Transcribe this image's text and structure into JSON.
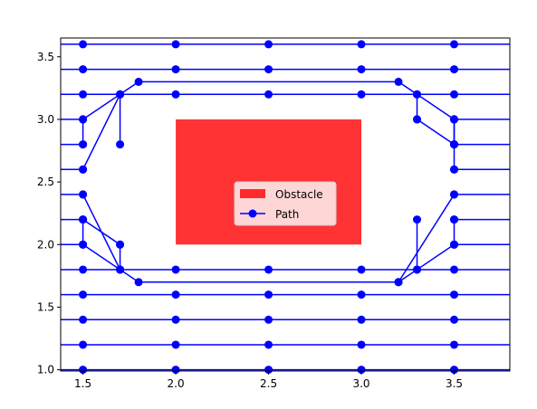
{
  "chart_data": {
    "type": "line",
    "xlim": [
      1.38,
      3.8
    ],
    "ylim": [
      0.99,
      3.65
    ],
    "x_ticks": [
      1.5,
      2.0,
      2.5,
      3.0,
      3.5
    ],
    "x_tick_labels": [
      "1.5",
      "2.0",
      "2.5",
      "3.0",
      "3.5"
    ],
    "y_ticks": [
      1.0,
      1.5,
      2.0,
      2.5,
      3.0,
      3.5
    ],
    "y_tick_labels": [
      "1.0",
      "1.5",
      "2.0",
      "2.5",
      "3.0",
      "3.5"
    ],
    "grid": false,
    "legend_position": "center",
    "colors": {
      "path": "#0000ff",
      "obstacle": "#ff0000"
    },
    "obstacle": {
      "name": "Obstacle",
      "x": [
        2.0,
        3.0
      ],
      "y": [
        2.0,
        3.0
      ],
      "opacity": 0.8
    },
    "path_legend_label": "Path",
    "horizontal_lines": [
      {
        "y": 1.0,
        "points_x": [
          1.5,
          2.0,
          2.5,
          3.0,
          3.5
        ]
      },
      {
        "y": 1.2,
        "points_x": [
          1.5,
          2.0,
          2.5,
          3.0,
          3.5
        ]
      },
      {
        "y": 1.4,
        "points_x": [
          1.5,
          2.0,
          2.5,
          3.0,
          3.5
        ]
      },
      {
        "y": 1.6,
        "points_x": [
          1.5,
          2.0,
          2.5,
          3.0,
          3.5
        ]
      },
      {
        "y": 1.8,
        "points_x": [
          1.5,
          2.0,
          2.5,
          3.0,
          3.5
        ]
      },
      {
        "y": 3.2,
        "points_x": [
          1.5,
          2.0,
          2.5,
          3.0,
          3.5
        ]
      },
      {
        "y": 3.4,
        "points_x": [
          1.5,
          2.0,
          2.5,
          3.0,
          3.5
        ]
      },
      {
        "y": 3.6,
        "points_x": [
          1.5,
          2.0,
          2.5,
          3.0,
          3.5
        ]
      }
    ],
    "left_rays": [
      {
        "y": 2.0
      },
      {
        "y": 2.2
      },
      {
        "y": 2.4
      },
      {
        "y": 2.6
      },
      {
        "y": 2.8
      },
      {
        "y": 3.0
      }
    ],
    "right_rays": [
      {
        "y": 2.0
      },
      {
        "y": 2.2
      },
      {
        "y": 2.4
      },
      {
        "y": 2.6
      },
      {
        "y": 2.8
      },
      {
        "y": 3.0
      }
    ],
    "paths": [
      [
        [
          1.5,
          3.0
        ],
        [
          1.7,
          3.2
        ],
        [
          1.8,
          3.3
        ],
        [
          3.2,
          3.3
        ],
        [
          3.3,
          3.2
        ],
        [
          3.5,
          3.0
        ]
      ],
      [
        [
          1.5,
          2.8
        ],
        [
          1.5,
          3.0
        ]
      ],
      [
        [
          1.5,
          2.6
        ],
        [
          1.7,
          3.2
        ]
      ],
      [
        [
          1.7,
          2.8
        ],
        [
          1.7,
          3.2
        ]
      ],
      [
        [
          3.5,
          2.8
        ],
        [
          3.5,
          3.0
        ]
      ],
      [
        [
          3.5,
          2.6
        ],
        [
          3.5,
          3.0
        ]
      ],
      [
        [
          3.3,
          3.0
        ],
        [
          3.3,
          3.2
        ]
      ],
      [
        [
          3.3,
          3.0
        ],
        [
          3.5,
          2.8
        ]
      ],
      [
        [
          1.5,
          2.0
        ],
        [
          1.7,
          1.8
        ],
        [
          1.8,
          1.7
        ],
        [
          3.2,
          1.7
        ],
        [
          3.3,
          1.8
        ],
        [
          3.5,
          2.0
        ]
      ],
      [
        [
          1.5,
          2.2
        ],
        [
          1.5,
          2.0
        ]
      ],
      [
        [
          1.5,
          2.4
        ],
        [
          1.7,
          1.8
        ]
      ],
      [
        [
          1.7,
          2.0
        ],
        [
          1.7,
          1.8
        ]
      ],
      [
        [
          1.5,
          2.2
        ],
        [
          1.7,
          2.0
        ]
      ],
      [
        [
          3.3,
          2.2
        ],
        [
          3.3,
          1.8
        ]
      ],
      [
        [
          3.5,
          2.4
        ],
        [
          3.2,
          1.7
        ]
      ],
      [
        [
          3.5,
          2.2
        ],
        [
          3.5,
          2.0
        ]
      ]
    ]
  }
}
